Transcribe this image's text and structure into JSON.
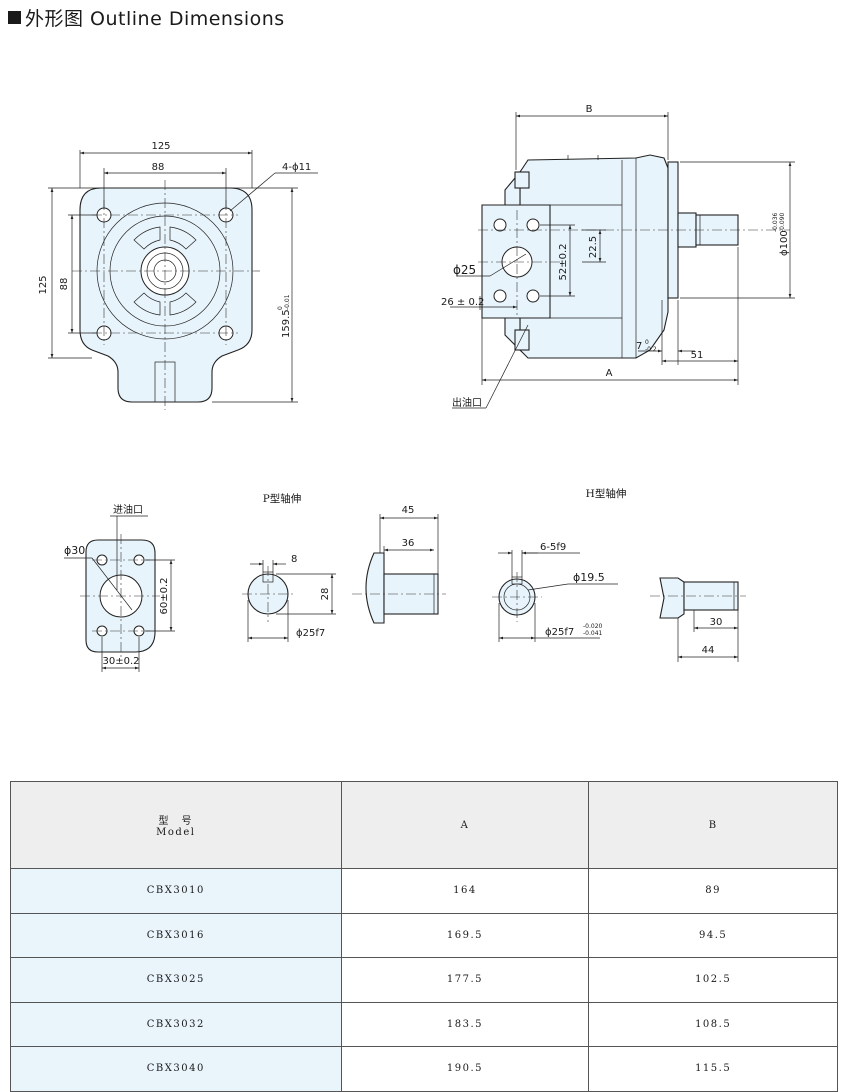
{
  "title": {
    "marker": "■",
    "text": "外形图 Outline Dimensions"
  },
  "front_view": {
    "dim_125_top": "125",
    "dim_88_top": "88",
    "dim_holes": "4-ϕ11",
    "dim_125_left": "125",
    "dim_88_left": "88",
    "dim_159": "159.5",
    "dim_159_tol_top": "0",
    "dim_159_tol_bottom": "-0.01"
  },
  "side_view": {
    "dim_B": "B",
    "dim_phi25": "ϕ25",
    "dim_26": "26 ± 0.2",
    "dim_52": "52±0.2",
    "dim_22_5": "22.5",
    "dim_phi100": "ϕ100",
    "dim_phi100_tol_top": "-0.036",
    "dim_phi100_tol_bottom": "-0.090",
    "dim_7": "7",
    "dim_7_tol_top": "0",
    "dim_7_tol_bottom": "-0.2",
    "dim_51": "51",
    "dim_A": "A",
    "outlet_label": "出油口"
  },
  "port_view": {
    "inlet_label": "进油口",
    "dim_phi30": "ϕ30",
    "dim_60": "60±0.2",
    "dim_30": "30±0.2"
  },
  "p_shaft": {
    "title": "P型轴伸",
    "dim_8": "8",
    "dim_28": "28",
    "dim_phi25f7": "ϕ25f7",
    "dim_45": "45",
    "dim_36": "36"
  },
  "h_shaft": {
    "title": "H型轴伸",
    "dim_spline": "6-5f9",
    "dim_phi19_5": "ϕ19.5",
    "dim_phi25f7": "ϕ25f7",
    "dim_phi25f7_tol_top": "-0.020",
    "dim_phi25f7_tol_bottom": "-0.041",
    "dim_30": "30",
    "dim_44": "44"
  },
  "table": {
    "header": {
      "model_cn": "型　号",
      "model_en": "Model",
      "col_a": "A",
      "col_b": "B"
    },
    "rows": [
      {
        "model": "CBX3010",
        "a": "164",
        "b": "89"
      },
      {
        "model": "CBX3016",
        "a": "169.5",
        "b": "94.5"
      },
      {
        "model": "CBX3025",
        "a": "177.5",
        "b": "102.5"
      },
      {
        "model": "CBX3032",
        "a": "183.5",
        "b": "108.5"
      },
      {
        "model": "CBX3040",
        "a": "190.5",
        "b": "115.5"
      }
    ]
  }
}
